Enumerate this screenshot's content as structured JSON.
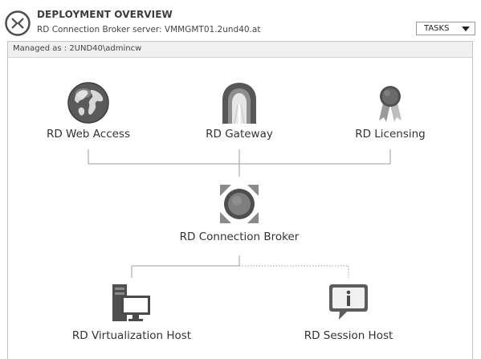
{
  "header": {
    "title": "DEPLOYMENT OVERVIEW",
    "subtitle": "RD Connection Broker server: VMMGMT01.2und40.at",
    "tasks_label": "TASKS"
  },
  "managed": {
    "text": "Managed as : 2UND40\\admincw"
  },
  "nodes": [
    {
      "label": "RD Web Access",
      "icon": "globe-icon"
    },
    {
      "label": "RD Gateway",
      "icon": "gateway-icon"
    },
    {
      "label": "RD Licensing",
      "icon": "award-ribbon-icon"
    },
    {
      "label": "RD Connection Broker",
      "icon": "connection-broker-icon"
    },
    {
      "label": "RD Virtualization Host",
      "icon": "virtualization-host-icon"
    },
    {
      "label": "RD Session Host",
      "icon": "session-host-icon"
    }
  ],
  "colors": {
    "icon_dark": "#4a4a4a",
    "icon_mid": "#8a8a8a",
    "connector": "#9c9c9c"
  }
}
